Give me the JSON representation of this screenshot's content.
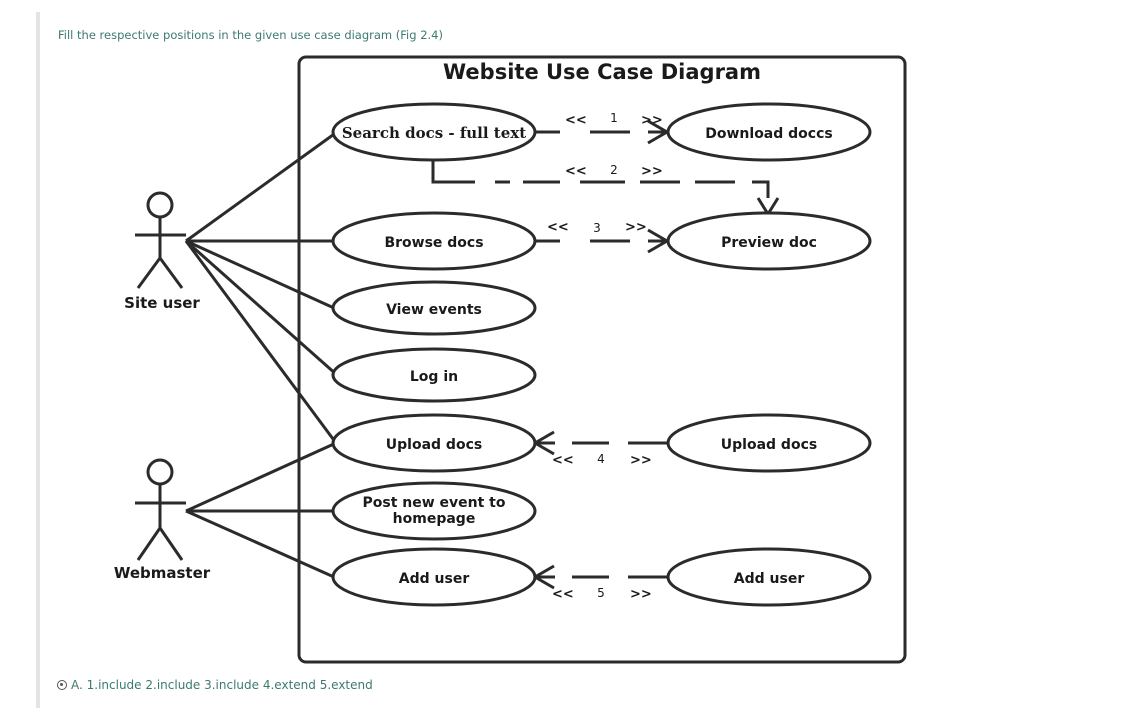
{
  "question": "Fill the respective positions in the given use case diagram (Fig 2.4)",
  "diagram": {
    "title": "Website Use Case Diagram",
    "actors": {
      "site_user": "Site user",
      "webmaster": "Webmaster"
    },
    "use_cases": {
      "search_docs": "Search docs - full text",
      "download_docs": "Download doccs",
      "browse_docs": "Browse docs",
      "preview_doc": "Preview doc",
      "view_events": "View events",
      "log_in": "Log in",
      "upload_docs_left": "Upload docs",
      "upload_docs_right": "Upload docs",
      "post_event_line1": "Post new event to",
      "post_event_line2": "homepage",
      "add_user_left": "Add user",
      "add_user_right": "Add user"
    },
    "stereotype_open": "<<",
    "stereotype_close": ">>",
    "blanks": {
      "b1": "1",
      "b2": "2",
      "b3": "3",
      "b4": "4",
      "b5": "5"
    }
  },
  "answer": {
    "label": "A. 1.include 2.include 3.include 4.extend 5.extend"
  }
}
